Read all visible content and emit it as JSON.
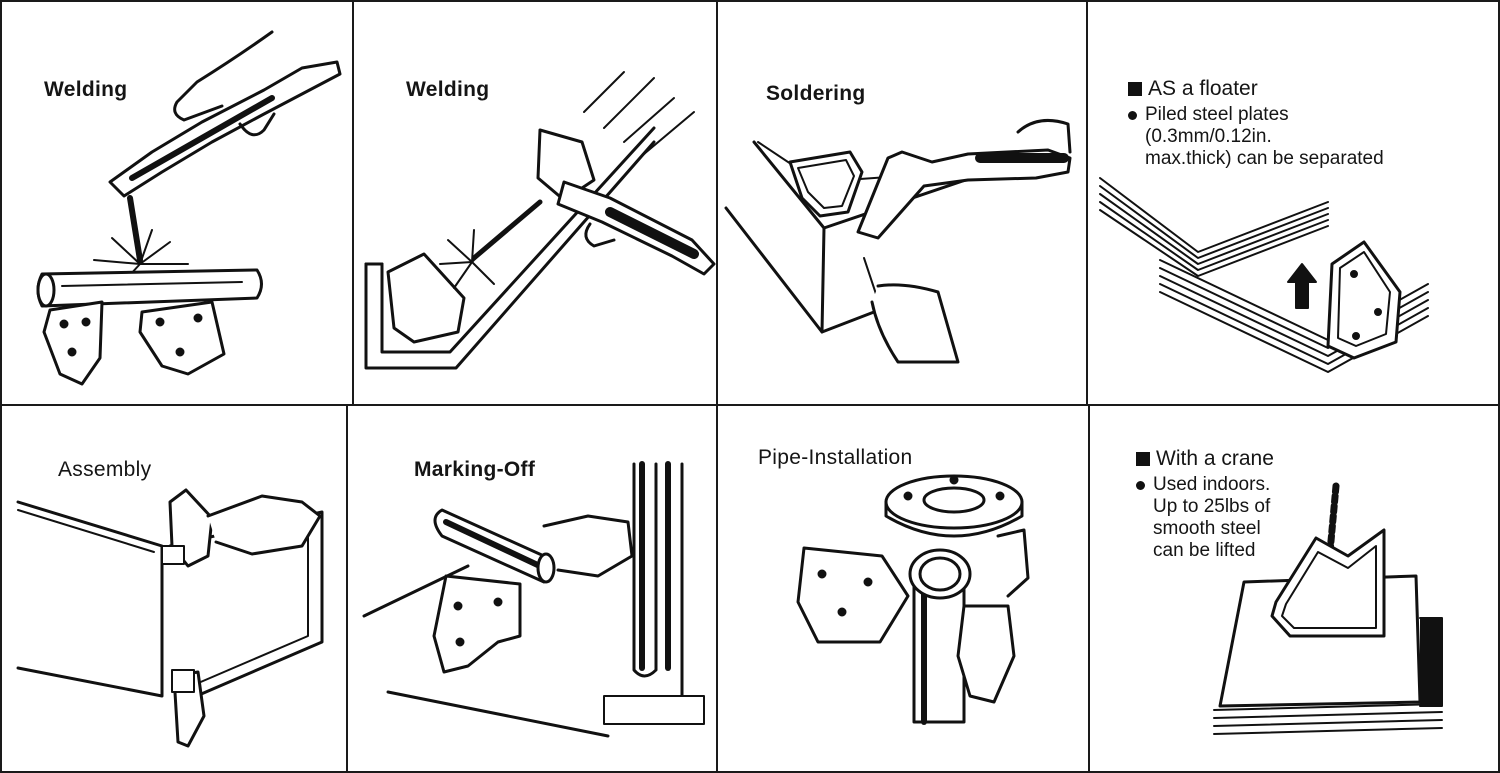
{
  "panels": {
    "welding_1": {
      "title": "Welding"
    },
    "welding_2": {
      "title": "Welding"
    },
    "soldering": {
      "title": "Soldering"
    },
    "floater": {
      "heading": "AS a floater",
      "bullet": "Piled steel plates\n(0.3mm/0.12in.\nmax.thick) can be separated"
    },
    "assembly": {
      "title": "Assembly"
    },
    "marking_off": {
      "title": "Marking-Off"
    },
    "pipe_installation": {
      "title": "Pipe-Installation"
    },
    "crane": {
      "heading": "With a crane",
      "bullet": "Used indoors.\nUp to 25lbs of\nsmooth steel\ncan be lifted"
    }
  },
  "colors": {
    "ink": "#111111",
    "paper": "#ffffff"
  },
  "icons": [
    "square-bullet-icon",
    "round-bullet-icon",
    "lift-arrow-icon"
  ]
}
